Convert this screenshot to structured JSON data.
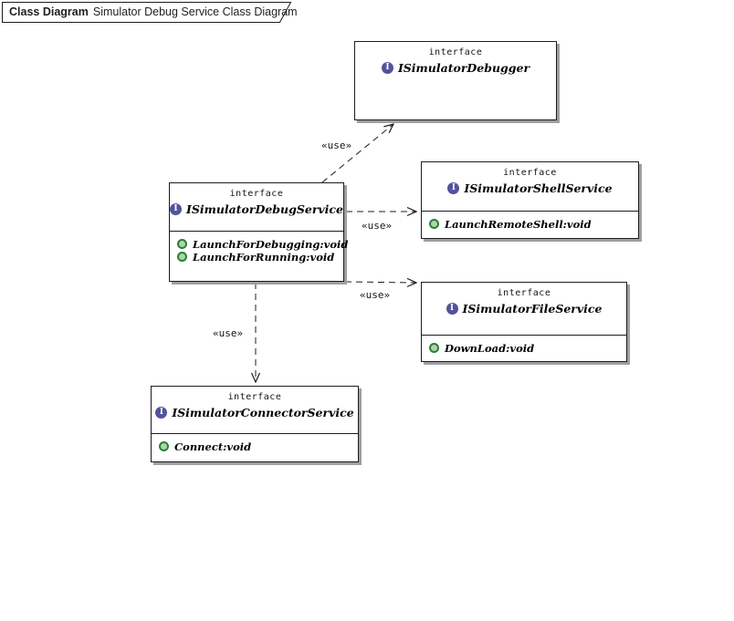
{
  "tab": {
    "type_label": "Class Diagram",
    "title": "Simulator Debug Service Class Diagram"
  },
  "icons": {
    "interface_letter": "I"
  },
  "colors": {
    "interface_icon": "#53539c",
    "method_icon_ring": "#2e7d38",
    "method_icon_fill": "#a9d7aa",
    "box_border": "#1c1c1c",
    "box_shadow": "#9f9f9f",
    "background": "#ffffff"
  },
  "classes": [
    {
      "stereotype": "interface",
      "name": "ISimulatorDebugger",
      "methods": []
    },
    {
      "stereotype": "interface",
      "name": "ISimulatorDebugService",
      "methods": [
        "LaunchForDebugging:void",
        "LaunchForRunning:void"
      ]
    },
    {
      "stereotype": "interface",
      "name": "ISimulatorShellService",
      "methods": [
        "LaunchRemoteShell:void"
      ]
    },
    {
      "stereotype": "interface",
      "name": "ISimulatorFileService",
      "methods": [
        "DownLoad:void"
      ]
    },
    {
      "stereotype": "interface",
      "name": "ISimulatorConnectorService",
      "methods": [
        "Connect:void"
      ]
    }
  ],
  "relationships": [
    {
      "from": "ISimulatorDebugService",
      "to": "ISimulatorDebugger",
      "label": "«use»"
    },
    {
      "from": "ISimulatorDebugService",
      "to": "ISimulatorShellService",
      "label": "«use»"
    },
    {
      "from": "ISimulatorDebugService",
      "to": "ISimulatorFileService",
      "label": "«use»"
    },
    {
      "from": "ISimulatorDebugService",
      "to": "ISimulatorConnectorService",
      "label": "«use»"
    }
  ]
}
